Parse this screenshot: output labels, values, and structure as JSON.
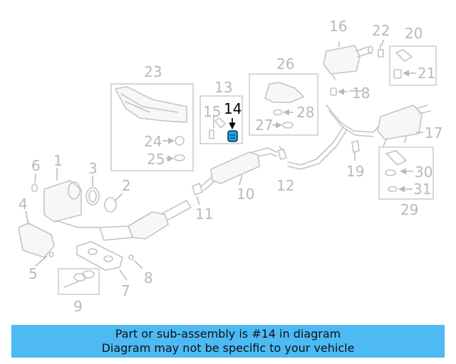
{
  "banner": {
    "line1": "Part or sub-assembly is #14 in diagram",
    "line2": "Diagram may not be specific to your vehicle"
  },
  "highlight": {
    "number": "14",
    "color": "#1aa6e0"
  },
  "callouts": [
    "1",
    "2",
    "3",
    "4",
    "5",
    "6",
    "7",
    "8",
    "9",
    "10",
    "11",
    "12",
    "13",
    "15",
    "16",
    "17",
    "18",
    "19",
    "20",
    "21",
    "22",
    "23",
    "24",
    "25",
    "26",
    "27",
    "28",
    "29",
    "30",
    "31"
  ],
  "colors": {
    "banner": "#4dbaf4",
    "lines": "#c4c4c4",
    "labels": "#b9b9b9"
  }
}
